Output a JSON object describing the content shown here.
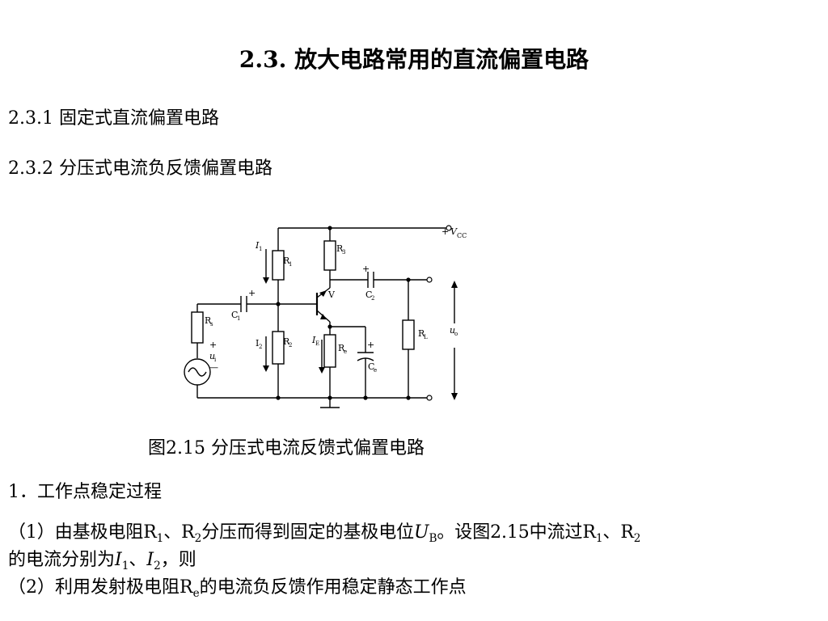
{
  "title": "2.3.  放大电路常用的直流偏置电路",
  "sections": [
    {
      "label": "2.3.1  固定式直流偏置电路"
    },
    {
      "label": "2.3.2   分压式电流负反馈偏置电路"
    }
  ],
  "figure": {
    "caption": "图2.15  分压式电流反馈式偏置电路",
    "labels": {
      "vcc_plus": "+",
      "vcc_main": "V",
      "vcc_sub": "CC",
      "r1": "R",
      "r1_sub": "1",
      "r2": "R",
      "r2_sub": "2",
      "r3": "R",
      "r3_sub": "3",
      "re": "R",
      "re_sub": "e",
      "rl": "R",
      "rl_sub": "L",
      "rs": "R",
      "rs_sub": "s",
      "c1": "C",
      "c1_sub": "1",
      "c2": "C",
      "c2_sub": "2",
      "ce": "C",
      "ce_sub": "e",
      "i1": "I",
      "i1_sub": "1",
      "i2": "I",
      "i2_sub": "2",
      "ie": "I",
      "ie_sub": "E",
      "ui": "u",
      "ui_sub": "i",
      "uo": "u",
      "uo_sub": "o",
      "transistor": "V",
      "plus": "+",
      "minus": "—"
    }
  },
  "steps": {
    "heading": "1．工作点稳定过程",
    "p1_a": "（1）由基极电阻R",
    "p1_a_sub": "1",
    "p1_b": "、R",
    "p1_b_sub": "2",
    "p1_c": "分压而得到固定的基极电位",
    "p1_ub": "U",
    "p1_ub_sub": "B",
    "p1_d": "。设图2.15中流过R",
    "p1_d_sub": "1",
    "p1_e": "、R",
    "p1_e_sub": "2",
    "p1_f": "的电流分别为",
    "p1_i1": "I",
    "p1_i1_sub": "1",
    "p1_g": "、",
    "p1_i2": "I",
    "p1_i2_sub": "2",
    "p1_h": "，则",
    "p2_a": "（2）利用发射极电阻R",
    "p2_a_sub": "e",
    "p2_b": "的电流负反馈作用稳定静态工作点"
  }
}
